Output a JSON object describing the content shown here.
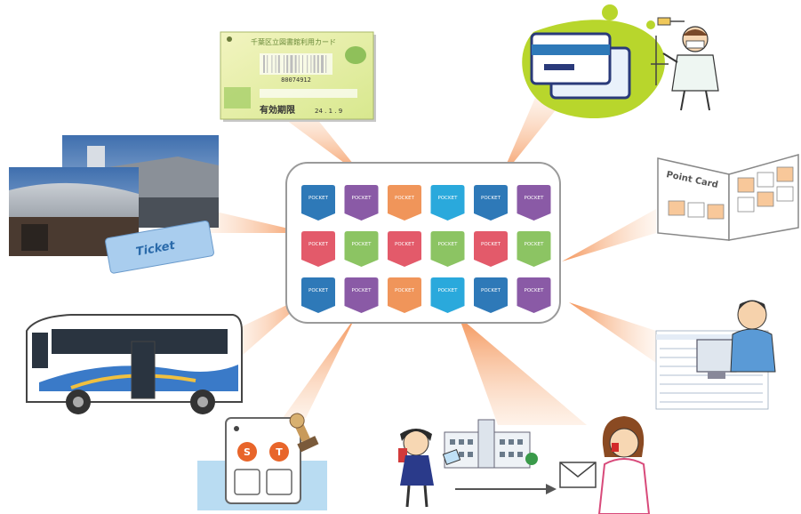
{
  "card": {
    "pocket_label": "POCKET",
    "rows": [
      [
        "blue",
        "purple",
        "orange",
        "cyan",
        "blue",
        "purple"
      ],
      [
        "red",
        "green",
        "red",
        "green",
        "red",
        "green"
      ],
      [
        "blue",
        "purple",
        "orange",
        "cyan",
        "blue",
        "purple"
      ]
    ]
  },
  "colors": {
    "blue": "#2e79b8",
    "purple": "#8a5aa6",
    "orange": "#f0955a",
    "cyan": "#2aa9dc",
    "red": "#e35a6a",
    "green": "#8cc463",
    "beam": "#f6a770",
    "lime": "#b8d62c"
  },
  "library_card": {
    "title": "千葉区立図書館利用カード",
    "barcode_number": "80074912",
    "expiry": "有効期限",
    "expiry_date": "24 . 1 . 9"
  },
  "ticket_label": "Ticket",
  "point_card_label": "Point Card",
  "stamp_letters": [
    "S",
    "T"
  ],
  "icons": {
    "center": "pocket-card-icon",
    "library": "library-card-icon",
    "credit": "credit-card-icon",
    "dentist": "dentist-icon",
    "building": "hall-building-icon",
    "ticket": "ticket-icon",
    "point_card": "point-card-icon",
    "bus": "bus-icon",
    "office": "office-worker-icon",
    "stamp": "stamp-card-icon",
    "school": "school-building-icon",
    "child": "schoolchild-icon",
    "mail": "mail-icon",
    "mother": "mother-phone-icon"
  }
}
